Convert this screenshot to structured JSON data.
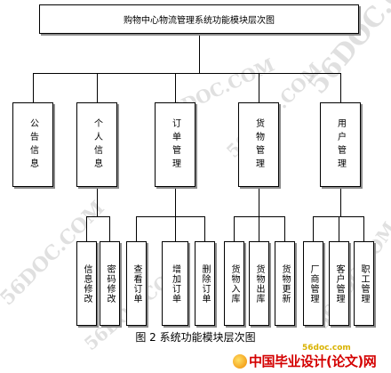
{
  "diagram": {
    "root": {
      "id": "root",
      "label": "购物中心物流管理系统功能模块层次图"
    },
    "modules": [
      {
        "id": "m1",
        "label": "公告信息",
        "children": []
      },
      {
        "id": "m2",
        "label": "个人信息",
        "children": [
          {
            "id": "m2a",
            "label": "信息修改"
          },
          {
            "id": "m2b",
            "label": "密码修改"
          }
        ]
      },
      {
        "id": "m3",
        "label": "订单管理",
        "children": [
          {
            "id": "m3a",
            "label": "查看订单"
          },
          {
            "id": "m3b",
            "label": "增加订单"
          },
          {
            "id": "m3c",
            "label": "删除订单"
          }
        ]
      },
      {
        "id": "m4",
        "label": "货物管理",
        "children": [
          {
            "id": "m4a",
            "label": "货物入库"
          },
          {
            "id": "m4b",
            "label": "货物出库"
          },
          {
            "id": "m4c",
            "label": "货物更新"
          }
        ]
      },
      {
        "id": "m5",
        "label": "用户管理",
        "children": [
          {
            "id": "m5a",
            "label": "厂商管理"
          },
          {
            "id": "m5b",
            "label": "客户管理"
          },
          {
            "id": "m5c",
            "label": "职工管理"
          }
        ]
      }
    ]
  },
  "caption": "图 2 系统功能模块层次图",
  "watermark": {
    "text": "56DOC.COM",
    "color": "#c8c8c8"
  },
  "site": {
    "url": "56doc.com",
    "name": "中国毕业设计(论文)网",
    "name_color": "#d40000",
    "url_color": "#d9b200"
  },
  "colors": {
    "line": "#000000",
    "box_border": "#000000",
    "box_shadow": "#8c8c8c"
  }
}
